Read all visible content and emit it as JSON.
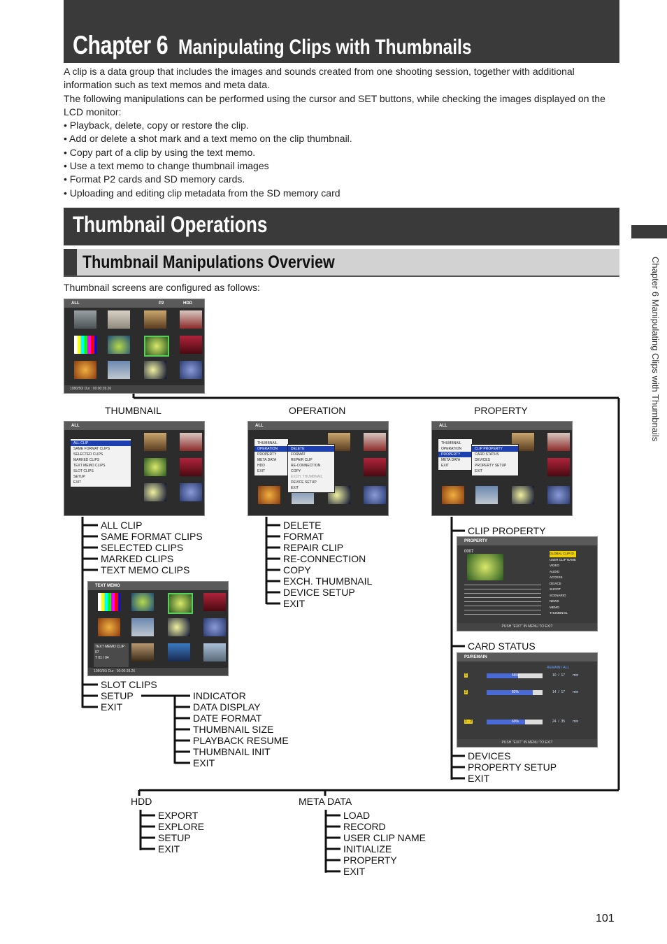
{
  "chapter": {
    "number_label": "Chapter 6",
    "title": "Manipulating Clips with Thumbnails"
  },
  "intro": {
    "p1": "A clip is a data group that includes the images and sounds created from one shooting session, together with additional information such as text memos and meta data.",
    "p2": "The following manipulations can be performed using the cursor and SET buttons, while checking the images displayed on the LCD monitor:",
    "bullets": [
      "• Playback, delete, copy or restore the clip.",
      "• Add or delete a shot mark and a text memo on the clip thumbnail.",
      "• Copy part of a clip by using the text memo.",
      "• Use a text memo to change thumbnail images",
      "• Format P2 cards and SD memory cards.",
      "• Uploading and editing clip metadata from the SD memory card"
    ]
  },
  "section": {
    "title": "Thumbnail Operations",
    "subtitle": "Thumbnail Manipulations Overview",
    "caption": "Thumbnail screens are configured as follows:"
  },
  "side_label": "Chapter 6  Manipulating Clips with Thumbnails",
  "page_number": "101",
  "screens": {
    "main": {
      "header": "ALL",
      "p2": "P2",
      "hdd": "HDD",
      "footer": "1080/50i    Dur : 00:00:39.26"
    },
    "thumb_menu": {
      "header": "ALL",
      "items": [
        "ALL CLIP",
        "SAME FORMAT CLIPS",
        "SELECTED CLIPS",
        "MARKED CLIPS",
        "TEXT MEMO CLIPS",
        "SLOT CLIPS",
        "SETUP",
        "EXIT"
      ]
    },
    "op_menu": {
      "header": "ALL",
      "left": [
        "THUMBNAIL",
        "OPERATION",
        "PROPERTY",
        "META DATA",
        "HDD",
        "EXIT"
      ],
      "items": [
        "DELETE",
        "FORMAT",
        "REPAIR CLIP",
        "RE-CONNECTION",
        "COPY",
        "EXCH. THUMBNAIL",
        "DEVICE SETUP",
        "EXIT"
      ]
    },
    "prop_menu": {
      "header": "ALL",
      "left": [
        "THUMBNAIL",
        "OPERATION",
        "PROPERTY",
        "META DATA",
        "EXIT"
      ],
      "items": [
        "CLIP PROPERTY",
        "CARD STATUS",
        "DEVICES",
        "PROPERTY SETUP",
        "EXIT"
      ]
    },
    "text_memo": {
      "header": "TEXT MEMO",
      "memo": "TEXT MEMO CLIP 07",
      "counter": "T 01 / 04"
    },
    "clip_property": {
      "header": "PROPERTY",
      "clip_no": "0007",
      "right": [
        "GLOBAL CLIP ID",
        "USER CLIP NAME",
        "VIDEO",
        "AUDIO",
        "ACCESS",
        "DEVICE",
        "SHOOT",
        "SCENARIO",
        "NEWS",
        "MEMO",
        "THUMBNAIL"
      ],
      "footer": "PUSH \"EXIT\" IN MENU TO EXIT"
    },
    "card_status": {
      "header": "P2/REMAIN",
      "legend": "REMAIN / ALL",
      "rows": [
        {
          "slot": "1",
          "pct": 56,
          "pct_label": "56%",
          "remain": "10",
          "all": "17",
          "unit": "min"
        },
        {
          "slot": "2",
          "pct": 82,
          "pct_label": "82%",
          "remain": "14",
          "all": "17",
          "unit": "min"
        },
        {
          "slot": "1 - 2",
          "pct": 69,
          "pct_label": "69%",
          "remain": "24",
          "all": "35",
          "unit": "min"
        }
      ],
      "footer": "PUSH \"EXIT\" IN MENU TO EXIT"
    }
  },
  "diagram": {
    "top_labels": {
      "thumbnail": "THUMBNAIL",
      "operation": "OPERATION",
      "property": "PROPERTY"
    },
    "thumbnail_items": [
      "ALL CLIP",
      "SAME FORMAT CLIPS",
      "SELECTED CLIPS",
      "MARKED CLIPS",
      "TEXT MEMO CLIPS"
    ],
    "thumbnail_items2": [
      "SLOT CLIPS",
      "SETUP",
      "EXIT"
    ],
    "setup_items": [
      "INDICATOR",
      "DATA DISPLAY",
      "DATE FORMAT",
      "THUMBNAIL SIZE",
      "PLAYBACK RESUME",
      "THUMBNAIL INIT",
      "EXIT"
    ],
    "operation_items": [
      "DELETE",
      "FORMAT",
      "REPAIR CLIP",
      "RE-CONNECTION",
      "COPY",
      "EXCH. THUMBNAIL",
      "DEVICE SETUP",
      "EXIT"
    ],
    "property_items": {
      "clip_property": "CLIP PROPERTY",
      "card_status": "CARD STATUS",
      "rest": [
        "DEVICES",
        "PROPERTY SETUP",
        "EXIT"
      ]
    },
    "bottom_labels": {
      "hdd": "HDD",
      "meta": "META DATA"
    },
    "hdd_items": [
      "EXPORT",
      "EXPLORE",
      "SETUP",
      "EXIT"
    ],
    "meta_items": [
      "LOAD",
      "RECORD",
      "USER CLIP NAME",
      "INITIALIZE",
      "PROPERTY",
      "EXIT"
    ]
  }
}
